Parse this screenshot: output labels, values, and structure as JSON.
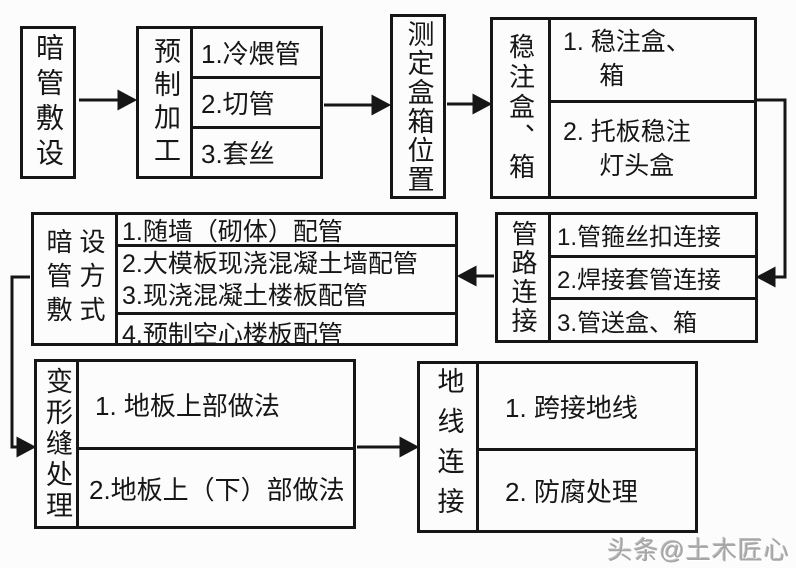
{
  "watermark": "头条@土木匠心",
  "colors": {
    "line": "#161616",
    "background": "#fcfcfc",
    "watermark_gray": "#a6a6a6"
  },
  "nodes": {
    "start": {
      "label": "暗管敷设"
    },
    "prefab": {
      "label": "预制加工",
      "items": [
        "1.冷煨管",
        "2.切管",
        "3.套丝"
      ]
    },
    "measure": {
      "label": "测定盒箱位置"
    },
    "fixbox": {
      "label": "稳注盒、箱",
      "items": [
        "1. 稳注盒、\n箱",
        "2. 托板稳注\n灯头盒"
      ]
    },
    "piping": {
      "label": "管路连接",
      "items": [
        "1.管箍丝扣连接",
        "2.焊接套管连接",
        "3.管送盒、箱"
      ]
    },
    "method": {
      "label_col1": "暗管敷",
      "label_col2": "设方式",
      "items": [
        "1.随墙（砌体）配管",
        "2.大模板现浇混凝土墙配管",
        "3.现浇混凝土楼板配管",
        "4.预制空心楼板配管"
      ]
    },
    "joint": {
      "label": "变形缝处理",
      "items": [
        "1. 地板上部做法",
        "2.地板上（下）部做法"
      ]
    },
    "ground": {
      "label": "地线连接",
      "items": [
        "1. 跨接地线",
        "2. 防腐处理"
      ]
    }
  },
  "edges": [
    {
      "from": "start",
      "to": "prefab"
    },
    {
      "from": "prefab",
      "to": "measure"
    },
    {
      "from": "measure",
      "to": "fixbox"
    },
    {
      "from": "fixbox",
      "to": "piping"
    },
    {
      "from": "piping",
      "to": "method"
    },
    {
      "from": "method",
      "to": "joint"
    },
    {
      "from": "joint",
      "to": "ground"
    }
  ]
}
